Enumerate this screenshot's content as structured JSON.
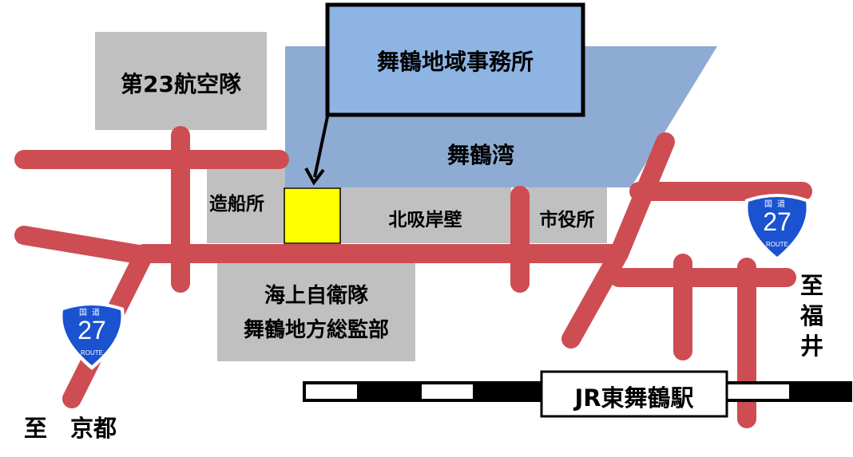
{
  "office_label": "舞鶴地域事務所",
  "bay_label": "舞鶴湾",
  "air_group_label": "第23航空隊",
  "shipyard_label": "造船所",
  "north_quay_label": "北吸岸壁",
  "city_hall_label": "市役所",
  "msdf_label_line1": "海上自衛隊",
  "msdf_label_line2": "舞鶴地方総監部",
  "station_label": "JR東舞鶴駅",
  "to_kyoto": "至　京都",
  "to_fukui_1": "至",
  "to_fukui_2": "福",
  "to_fukui_3": "井",
  "route_signs": [
    {
      "kokudo": "国道",
      "number": "27",
      "route": "ROUTE"
    },
    {
      "kokudo": "国道",
      "number": "27",
      "route": "ROUTE"
    }
  ],
  "colors": {
    "road": "#cd4d53",
    "bay": "#8eacd3",
    "office_box": "#8eb4e3",
    "block": "#c0c0c0",
    "marker": "#ffff00",
    "route_sign": "#1a52d0"
  }
}
